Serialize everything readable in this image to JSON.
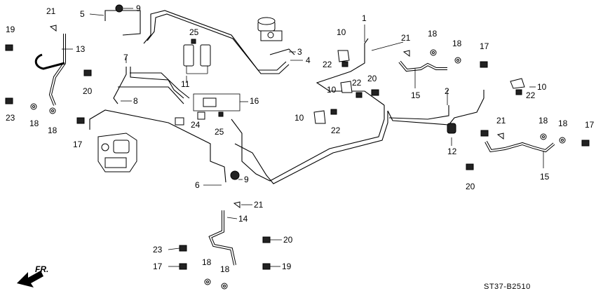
{
  "diagram_code": "ST37-B2510",
  "direction_label": "FR.",
  "callouts": [
    {
      "id": "c1",
      "text": "1"
    },
    {
      "id": "c2",
      "text": "2"
    },
    {
      "id": "c3",
      "text": "3"
    },
    {
      "id": "c4",
      "text": "4"
    },
    {
      "id": "c5",
      "text": "5"
    },
    {
      "id": "c6",
      "text": "6"
    },
    {
      "id": "c7",
      "text": "7"
    },
    {
      "id": "c8",
      "text": "8"
    },
    {
      "id": "c9a",
      "text": "9"
    },
    {
      "id": "c9b",
      "text": "9"
    },
    {
      "id": "c10a",
      "text": "10"
    },
    {
      "id": "c10b",
      "text": "10"
    },
    {
      "id": "c10c",
      "text": "10"
    },
    {
      "id": "c10d",
      "text": "10"
    },
    {
      "id": "c11",
      "text": "11"
    },
    {
      "id": "c12",
      "text": "12"
    },
    {
      "id": "c13",
      "text": "13"
    },
    {
      "id": "c14",
      "text": "14"
    },
    {
      "id": "c15a",
      "text": "15"
    },
    {
      "id": "c15b",
      "text": "15"
    },
    {
      "id": "c16",
      "text": "16"
    },
    {
      "id": "c17a",
      "text": "17"
    },
    {
      "id": "c17b",
      "text": "17"
    },
    {
      "id": "c17c",
      "text": "17"
    },
    {
      "id": "c17d",
      "text": "17"
    },
    {
      "id": "c18a",
      "text": "18"
    },
    {
      "id": "c18b",
      "text": "18"
    },
    {
      "id": "c18c",
      "text": "18"
    },
    {
      "id": "c18d",
      "text": "18"
    },
    {
      "id": "c18e",
      "text": "18"
    },
    {
      "id": "c18f",
      "text": "18"
    },
    {
      "id": "c18g",
      "text": "18"
    },
    {
      "id": "c18h",
      "text": "18"
    },
    {
      "id": "c19a",
      "text": "19"
    },
    {
      "id": "c19b",
      "text": "19"
    },
    {
      "id": "c20a",
      "text": "20"
    },
    {
      "id": "c20b",
      "text": "20"
    },
    {
      "id": "c20c",
      "text": "20"
    },
    {
      "id": "c20d",
      "text": "20"
    },
    {
      "id": "c21a",
      "text": "21"
    },
    {
      "id": "c21b",
      "text": "21"
    },
    {
      "id": "c21c",
      "text": "21"
    },
    {
      "id": "c21d",
      "text": "21"
    },
    {
      "id": "c22a",
      "text": "22"
    },
    {
      "id": "c22b",
      "text": "22"
    },
    {
      "id": "c22c",
      "text": "22"
    },
    {
      "id": "c22d",
      "text": "22"
    },
    {
      "id": "c23a",
      "text": "23"
    },
    {
      "id": "c23b",
      "text": "23"
    },
    {
      "id": "c24",
      "text": "24"
    },
    {
      "id": "c25a",
      "text": "25"
    },
    {
      "id": "c25b",
      "text": "25"
    }
  ]
}
